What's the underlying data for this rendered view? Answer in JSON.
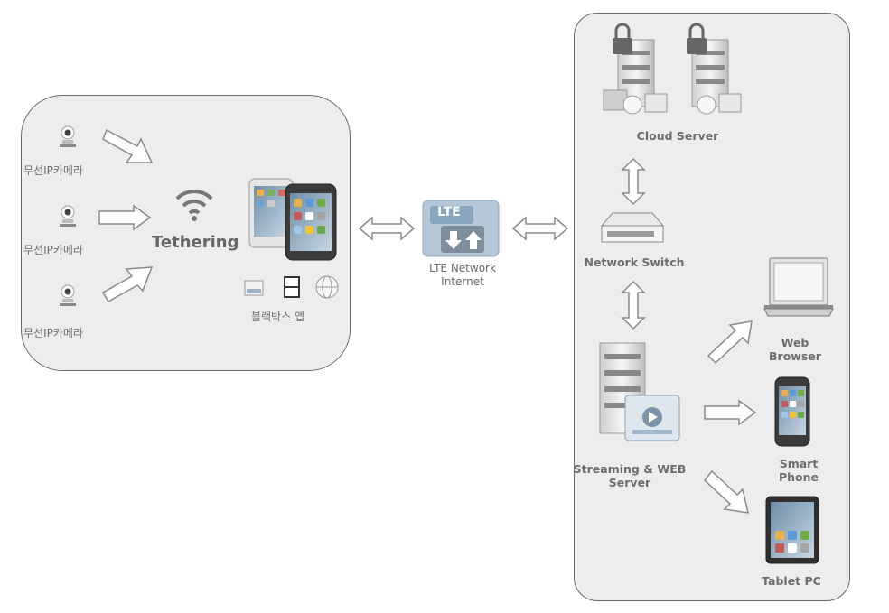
{
  "left_group": {
    "camera_label": "무선IP카메라",
    "tethering_label": "Tethering",
    "app_label": "블랙박스 앱"
  },
  "network": {
    "lte_badge": "LTE",
    "label_line1": "LTE Network",
    "label_line2": "Internet"
  },
  "right_group": {
    "cloud_server": "Cloud Server",
    "network_switch": "Network Switch",
    "streaming_line1": "Streaming & WEB",
    "streaming_line2": "Server",
    "web_browser_line1": "Web",
    "web_browser_line2": "Browser",
    "smart_phone_line1": "Smart",
    "smart_phone_line2": "Phone",
    "tablet_pc": "Tablet PC"
  },
  "colors": {
    "panel_bg": "#ededed",
    "panel_border": "#6a6a6a",
    "arrow_fill": "#ffffff",
    "arrow_stroke": "#8a8a8a",
    "lte_blue": "#9fb6cb"
  },
  "icons": [
    "ip-camera-icon",
    "wifi-icon",
    "smartphone-icon",
    "lte-icon",
    "server-lock-icon",
    "network-switch-icon",
    "streaming-server-icon",
    "laptop-icon",
    "tablet-icon"
  ]
}
